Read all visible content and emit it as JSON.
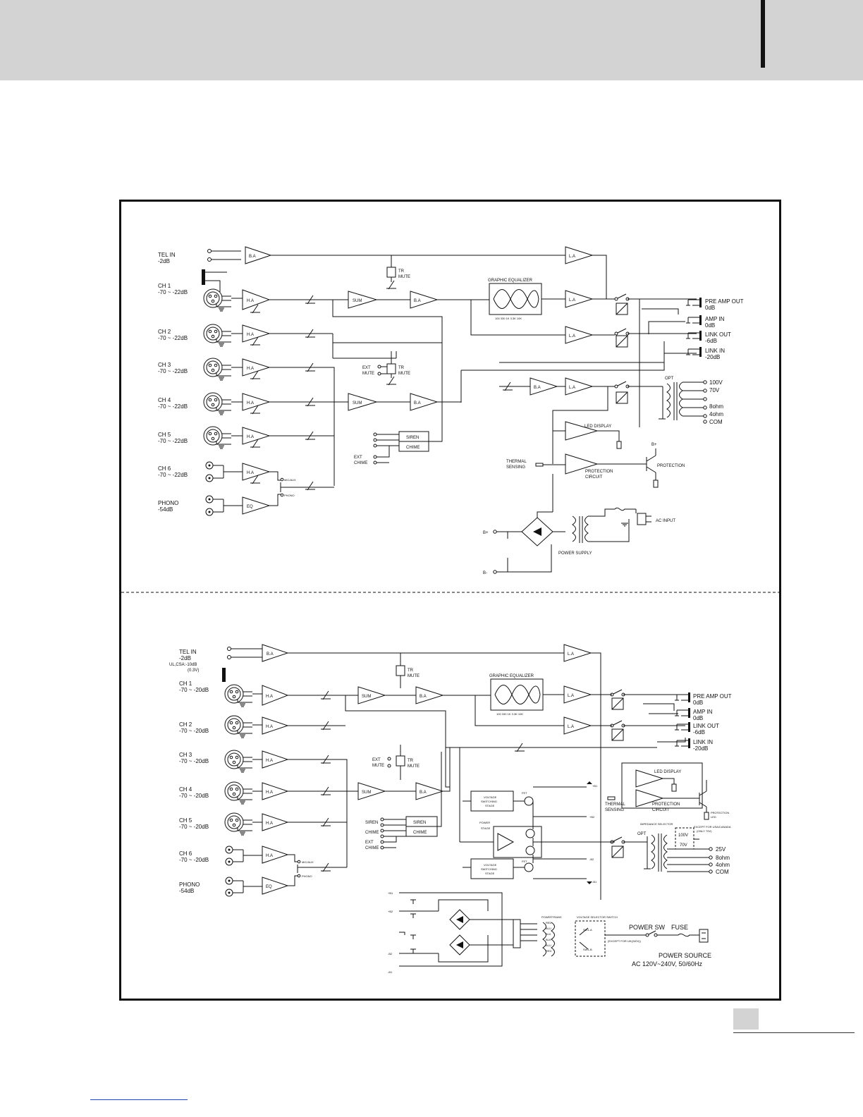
{
  "diagram_1": {
    "labels": {
      "tel_in": "TEL IN",
      "tel_in_level": "-2dB",
      "ch1": "CH 1",
      "ch1_level": "-70 ~ -22dB",
      "ch2": "CH 2",
      "ch2_level": "-70 ~ -22dB",
      "ch3": "CH 3",
      "ch3_level": "-70 ~ -22dB",
      "ch4": "CH 4",
      "ch4_level": "-70 ~ -22dB",
      "ch5": "CH 5",
      "ch5_level": "-70 ~ -22dB",
      "ch6": "CH 6",
      "ch6_level": "-70 ~ -22dB",
      "phono": "PHONO",
      "phono_level": "-54dB",
      "ba": "B.A",
      "ha": "H.A",
      "la": "L.A",
      "sum": "SUM",
      "eq": "EQ",
      "tr_mute": "TR",
      "mute": "MUTE",
      "ext_mute_1": "EXT",
      "ext_mute_2": "MUTE",
      "graphic_eq": "GRAPHIC EQUALIZER",
      "eq_freqs": "100 330 1K 3.3K 10K",
      "siren": "SIREN",
      "chime": "CHIME",
      "ext_chime_1": "EXT",
      "ext_chime_2": "CHIME",
      "mic_aux": "MIC/AUX",
      "phono_sw": "PHONO",
      "pre_amp_out": "PRE AMP OUT",
      "pre_amp_out_level": "0dB",
      "amp_in": "AMP IN",
      "amp_in_level": "0dB",
      "link_out": "LINK OUT",
      "link_out_level": "-6dB",
      "link_in": "LINK IN",
      "link_in_level": "-20dB",
      "opt": "OPT",
      "tap_100v": "100V",
      "tap_70v": "70V",
      "tap_8ohm": "8ohm",
      "tap_4ohm": "4ohm",
      "tap_com": "COM",
      "led_display": "LED DISPLAY",
      "thermal_1": "THERMAL",
      "thermal_2": "SENSING",
      "protection_circuit_1": "PROTECTION",
      "protection_circuit_2": "CIRCUIT",
      "protection": "PROTECTION",
      "b_plus": "B+",
      "b_minus": "B-",
      "ac_input": "AC INPUT",
      "power_supply": "POWER SUPPLY"
    }
  },
  "diagram_2": {
    "labels": {
      "tel_in": "TEL IN",
      "tel_in_level": "-2dB",
      "tel_in_ul": "UL,CSA:-10dB",
      "tel_in_ul_v": "(0.3V)",
      "ch1": "CH 1",
      "ch1_level": "-70 ~ -20dB",
      "ch2": "CH 2",
      "ch2_level": "-70 ~ -20dB",
      "ch3": "CH 3",
      "ch3_level": "-70 ~ -20dB",
      "ch4": "CH 4",
      "ch4_level": "-70 ~ -20dB",
      "ch5": "CH 5",
      "ch5_level": "-70 ~ -20dB",
      "ch6": "CH 6",
      "ch6_level": "-70 ~ -20dB",
      "phono": "PHONO",
      "phono_level": "-54dB",
      "ba": "B.A",
      "ha": "H.A",
      "la": "L.A",
      "sum": "SUM",
      "eq": "EQ",
      "tr_mute": "TR",
      "mute": "MUTE",
      "ext_mute_1": "EXT",
      "ext_mute_2": "MUTE",
      "graphic_eq": "GRAPHIC EQUALIZER",
      "eq_freqs": "100 330 1K 3.3K 10K",
      "siren": "SIREN",
      "chime": "CHIME",
      "ext_chime_1": "EXT",
      "ext_chime_2": "CHIME",
      "mic_aux": "MIC/AUX",
      "phono_sw": "PHONO",
      "pre_amp_out": "PRE AMP OUT",
      "pre_amp_out_level": "0dB",
      "amp_in": "AMP IN",
      "amp_in_level": "0dB",
      "link_out": "LINK OUT",
      "link_out_level": "-6dB",
      "link_in": "LINK IN",
      "link_in_level": "-20dB",
      "led_display": "LED DISPLAY",
      "thermal_1": "THERMAL",
      "thermal_2": "SENSING",
      "protection_circuit_1": "PROTECTION",
      "protection_circuit_2": "CIRCUIT",
      "protection_led_1": "PROTECTION",
      "protection_led_2": "LED",
      "voltage_sw_1": "VOLTAGE",
      "voltage_sw_2": "SWITCHING",
      "voltage_sw_3": "STAGE",
      "power_stage_1": "POWER",
      "power_stage_2": "STAGE",
      "fet": "FET",
      "rail_pb1": "+B1",
      "rail_pb2": "+B2",
      "rail_mb1": "-B1",
      "rail_mb2": "-B2",
      "impedance_selector": "IMPEDANCE SELECTOR",
      "except_usa_1": "EXCEPT FOR USA/CANADA",
      "except_usa_2": "(ONLY 70V)",
      "opt": "OPT",
      "tap_100v": "100V",
      "tap_70v": "70V",
      "tap_25v": "25V",
      "tap_8ohm": "8ohm",
      "tap_4ohm": "4ohm",
      "tap_com": "COM",
      "power_trans": "POWERTRANS",
      "voltage_selector": "VOLTAGE SELECTOR SWITCH",
      "sw1a": "SW1-A",
      "sw1b": "SW1-B",
      "except_120v": "(EXCEPT FOR UK(240V))",
      "power_sw": "POWER SW",
      "fuse": "FUSE",
      "power_source": "POWER SOURCE",
      "ac_range": "AC 120V~240V, 50/60Hz",
      "wire_red": "RED",
      "wire_blu": "BLU",
      "wire_blk": "BLK"
    }
  }
}
